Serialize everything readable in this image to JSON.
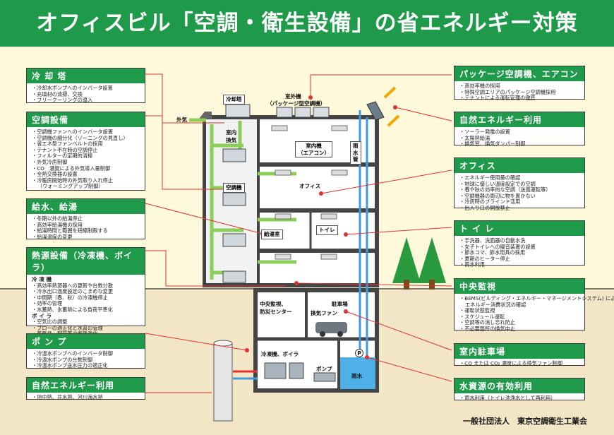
{
  "title": "オフィスビル「空調・衛生設備」の省エネルギー対策",
  "footer": "一般社団法人　東京空調衛生工業会",
  "left_boxes": [
    {
      "id": "cooling-tower",
      "title": "冷 却 塔",
      "items": [
        "冷却水ポンプへのインバータ設置",
        "充填材の清掃、交換",
        "フリークーリングの導入"
      ]
    },
    {
      "id": "hvac",
      "title": "空調設備",
      "items": [
        "空調機ファンへのインバータ設置",
        "空調機の細分化（ゾーニングの見直し）",
        "省エネ型ファンベルトの採用",
        "テナント不在時の空調停止",
        "フィルターの定期的清掃",
        "外気冷房制御",
        "CO　濃度による外気導入量制御",
        "全熱交換器の設置",
        "冷暖房開始時の外気取り入れ停止",
        "（ウォーミングアップ制御）"
      ]
    },
    {
      "id": "water-supply",
      "title": "給水、給湯",
      "items": [
        "冬期以外の給湯停止",
        "高効率給湯機の採用",
        "給湯時間と範囲を短縮制限する",
        "給湯温度の変更"
      ]
    },
    {
      "id": "heat-source",
      "title": "熱源設備（冷凍機、ボイラ）",
      "items": [
        "冷 凍 機",
        "高効率熱源器への更新や台数分散",
        "冷水出口温度設定のこまめな変更",
        "中間期（春、秋）の冷凍機停止",
        "効率の管理",
        "水蓄熱、氷蓄熱による負荷平準化",
        "ボ イ ラ",
        "空気比の調整",
        "ブローの適正化と水質の管理",
        "蒸気弁、配管等の断熱強化"
      ]
    },
    {
      "id": "pump",
      "title": "ポ ン プ",
      "items": [
        "冷温水ポンプへのインバータ制御",
        "冷温水ポンプの台数制御",
        "冷温水ポンプ送水圧力の適正化"
      ]
    },
    {
      "id": "natural-left",
      "title": "自然エネルギー利用",
      "items": [
        "地中熱、井水熱、河川海水熱"
      ]
    }
  ],
  "right_boxes": [
    {
      "id": "package-ac",
      "title": "パッケージ空調機、エアコン",
      "items": [
        "高効率機の採用",
        "特殊空調エリアのパッケージ空調機採用",
        "テナントによる運転管理の徹底"
      ]
    },
    {
      "id": "natural-right",
      "title": "自然エネルギー利用",
      "items": [
        "ソーラー発電の設置",
        "太陽熱給湯",
        "換気窓、換気ダンパー制御"
      ]
    },
    {
      "id": "office",
      "title": "オフィス",
      "items": [
        "エネルギー使用量の確認",
        "地球に優しい温度設定での空調",
        "春や秋の効率的な空調（送風運転等）",
        "空調機器の周辺に物を置かない",
        "冷房時のブラインド活用",
        "出入り口の開放禁止"
      ]
    },
    {
      "id": "toilet",
      "title": "ト イ レ",
      "items": [
        "手洗器、洗面器の自動水洗",
        "女子トイレへの擬音装置の設置",
        "節水コマ、節水用具の採用",
        "夏期のヒーター停止",
        "雨水利用"
      ]
    },
    {
      "id": "central",
      "title": "中央監視",
      "items": [
        "BEMS(ビルディング・エネルギー・マネージメントシステム) による",
        "エネルギー消費状況の確認",
        "運転状態監視",
        "スケジュール運転",
        "空調等の消し忘れ防止",
        "不必要箇所の換気中止"
      ]
    },
    {
      "id": "parking",
      "title": "室内駐車場",
      "items": [
        "CO または CO₂ 濃度による換気ファン制御"
      ]
    },
    {
      "id": "water-resource",
      "title": "水資源の有効利用",
      "items": [
        "雨水利用（トイレ洗浄水として再利用）"
      ]
    }
  ],
  "labels": {
    "cooling_tower": "冷却塔",
    "outdoor_unit": "室外機",
    "outdoor_unit_sub": "（パッケージ型空調機）",
    "outside_air": "外気",
    "indoor_ventilation": "室内\n換気",
    "indoor_unit": "室内機\n（エアコン）",
    "rain_pipe": "雨\n水\n管",
    "ahu": "空調機",
    "office": "オフィス",
    "water_room": "給湯室",
    "toilet": "トイレ",
    "central_monitor": "中央監視、\n防災センター",
    "parking": "駐車場",
    "vent_fan": "換気ファン",
    "chiller_boiler": "冷凍機、ボイラ",
    "pump": "ポンプ",
    "rainwater": "雨水",
    "p_mark": "P"
  },
  "colors": {
    "accent": "#1f9a4b",
    "header_bg": "#1f9a4b",
    "ground": "#fff9db",
    "arrow": "#8bcf5a",
    "leader": "#e0322d",
    "water": "#3f9be0"
  }
}
